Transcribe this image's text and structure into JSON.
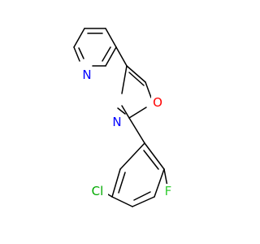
{
  "atoms": [
    {
      "id": "N_py",
      "label": "N",
      "color": "#0000ff"
    },
    {
      "id": "N_ox",
      "label": "N",
      "color": "#0000ff"
    },
    {
      "id": "O_ox",
      "label": "O",
      "color": "#ff0000"
    },
    {
      "id": "Cl",
      "label": "Cl",
      "color": "#00aa00"
    },
    {
      "id": "F",
      "label": "F",
      "color": "#33cc33"
    }
  ],
  "colors": {
    "bond": "#000000",
    "background": "#ffffff"
  }
}
